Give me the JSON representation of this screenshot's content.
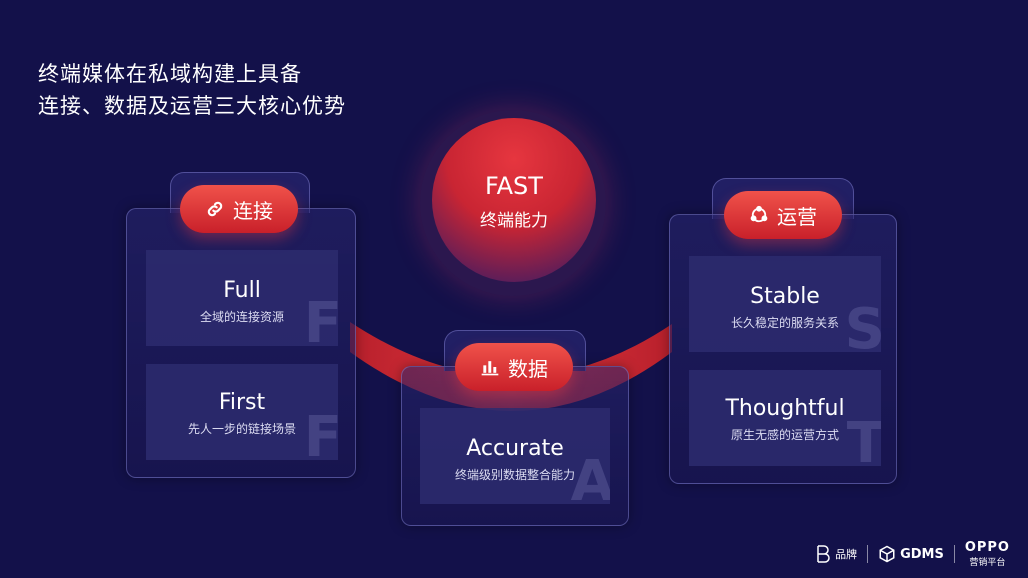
{
  "title": {
    "line1": "终端媒体在私域构建上具备",
    "line2": "连接、数据及运营三大核心优势"
  },
  "center": {
    "main": "FAST",
    "sub": "终端能力"
  },
  "left": {
    "pill": "连接",
    "icon": "link-icon",
    "cards": [
      {
        "title": "Full",
        "sub": "全域的连接资源",
        "watermark": "F"
      },
      {
        "title": "First",
        "sub": "先人一步的链接场景",
        "watermark": "F"
      }
    ]
  },
  "middle": {
    "pill": "数据",
    "icon": "bar-chart-icon",
    "cards": [
      {
        "title": "Accurate",
        "sub": "终端级别数据整合能力",
        "watermark": "A"
      }
    ]
  },
  "right": {
    "pill": "运营",
    "icon": "cycle-icon",
    "cards": [
      {
        "title": "Stable",
        "sub": "长久稳定的服务关系",
        "watermark": "S"
      },
      {
        "title": "Thoughtful",
        "sub": "原生无感的运营方式",
        "watermark": "T"
      }
    ]
  },
  "footer": {
    "brand1": "品牌",
    "brand2": "GDMS",
    "brand3": "OPPO",
    "brand3_sub": "营销平台"
  },
  "colors": {
    "background": "#13114a",
    "accent": "#e0353d"
  }
}
